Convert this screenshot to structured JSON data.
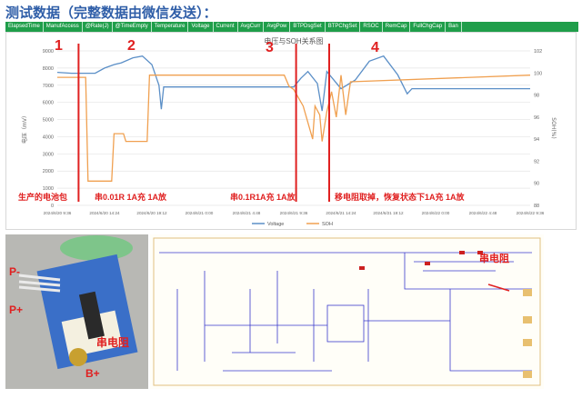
{
  "page": {
    "title": "测试数据（完整数据由微信发送）：",
    "header_columns": [
      "ElapsedTime",
      "ManufAccess",
      "@Rate(J)",
      "@TimeEmpty",
      "Temperature",
      "Voltage",
      "Current",
      "AvgCurr",
      "AvgPow",
      "BTPDsgSet",
      "BTPChgSet",
      "RSOC",
      "RemCap",
      "FullChgCap",
      "Ban"
    ]
  },
  "chart_data": {
    "type": "line",
    "title": "电压与SOH关系图",
    "ylabel_left": "电压（mV）",
    "ylabel_right": "SOH(%)",
    "ylim_left": [
      0,
      9000
    ],
    "ylim_right": [
      88,
      102
    ],
    "yticks_left": [
      "0",
      "1000",
      "2000",
      "3000",
      "4000",
      "5000",
      "6000",
      "7000",
      "8000",
      "9000"
    ],
    "yticks_right": [
      "88",
      "90",
      "92",
      "94",
      "96",
      "98",
      "100",
      "102"
    ],
    "x": [
      "2024/6/20 9:36",
      "2024/6/20 14:24",
      "2024/6/20 19:12",
      "2024/6/21 0:00",
      "2024/6/21 4:48",
      "2024/6/21 9:36",
      "2024/6/21 14:24",
      "2024/6/21 19:12",
      "2024/6/22 0:00",
      "2024/6/22 4:48",
      "2024/6/22 9:36"
    ],
    "series": [
      {
        "name": "Voltage",
        "color": "#5b8fc7",
        "axis": "left",
        "points": [
          [
            0,
            7750
          ],
          [
            0.3,
            7700
          ],
          [
            0.8,
            7700
          ],
          [
            1.0,
            8000
          ],
          [
            1.2,
            8200
          ],
          [
            1.35,
            8300
          ],
          [
            1.6,
            8600
          ],
          [
            1.8,
            8700
          ],
          [
            2.0,
            8200
          ],
          [
            2.15,
            7000
          ],
          [
            2.2,
            5600
          ],
          [
            2.25,
            6900
          ],
          [
            2.35,
            6900
          ],
          [
            5.0,
            6900
          ],
          [
            5.15,
            7400
          ],
          [
            5.3,
            7800
          ],
          [
            5.5,
            7100
          ],
          [
            5.6,
            5500
          ],
          [
            5.7,
            7800
          ],
          [
            6.0,
            6800
          ],
          [
            6.3,
            7300
          ],
          [
            6.6,
            8400
          ],
          [
            6.9,
            8700
          ],
          [
            7.2,
            7600
          ],
          [
            7.4,
            6500
          ],
          [
            7.5,
            6800
          ],
          [
            10.0,
            6800
          ]
        ]
      },
      {
        "name": "SOH",
        "color": "#f0a050",
        "axis": "right",
        "points": [
          [
            0,
            99.6
          ],
          [
            0.6,
            99.6
          ],
          [
            0.65,
            90.2
          ],
          [
            1.15,
            90.2
          ],
          [
            1.2,
            94.5
          ],
          [
            1.4,
            94.5
          ],
          [
            1.45,
            93.8
          ],
          [
            1.9,
            93.8
          ],
          [
            1.95,
            99.8
          ],
          [
            4.8,
            99.8
          ],
          [
            4.9,
            98.8
          ],
          [
            5.0,
            98.5
          ],
          [
            5.2,
            97.0
          ],
          [
            5.4,
            94.0
          ],
          [
            5.45,
            97.0
          ],
          [
            5.55,
            96.2
          ],
          [
            5.6,
            93.8
          ],
          [
            5.7,
            96.5
          ],
          [
            5.8,
            98.3
          ],
          [
            5.9,
            96.0
          ],
          [
            6.0,
            99.8
          ],
          [
            6.1,
            96.2
          ],
          [
            6.2,
            99.2
          ],
          [
            10.0,
            99.8
          ]
        ]
      }
    ],
    "legend": [
      "Voltage",
      "SOH"
    ],
    "legend_position": "bottom",
    "grid": true
  },
  "annotations": {
    "n1": "1",
    "n2": "2",
    "n3": "3",
    "n4": "4",
    "a1": "生产的电池包",
    "a2": "串0.01R 1A充 1A放",
    "a3": "串0.1R1A充 1A放",
    "a4": "移电阻取掉，恢复状态下1A充 1A放"
  },
  "photo": {
    "p_minus": "P-",
    "p_plus": "P+",
    "b_plus": "B+",
    "resistor": "串电阻"
  },
  "schematic": {
    "resistor": "串电阻"
  }
}
